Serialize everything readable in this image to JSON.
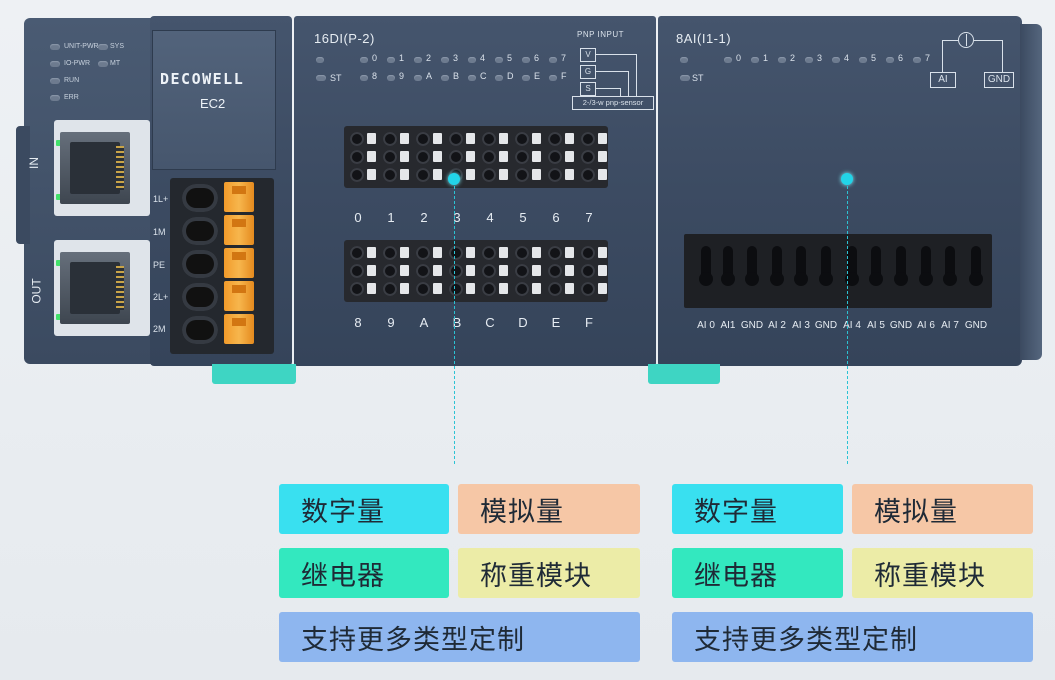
{
  "head": {
    "leds": [
      "UNIT-PWR",
      "SYS",
      "IO-PWR",
      "MT",
      "RUN",
      "ERR"
    ],
    "port_in": "IN",
    "port_out": "OUT"
  },
  "ec2": {
    "brand": "DECOWELL",
    "model": "EC2",
    "pwr_labels": [
      "1L+",
      "1M",
      "PE",
      "2L+",
      "2M"
    ]
  },
  "di": {
    "title": "16DI(P-2)",
    "st": "ST",
    "row1": [
      "0",
      "1",
      "2",
      "3",
      "4",
      "5",
      "6",
      "7"
    ],
    "row2": [
      "8",
      "9",
      "A",
      "B",
      "C",
      "D",
      "E",
      "F"
    ],
    "pnp_title": "PNP INPUT",
    "pnp_pins": [
      "V",
      "G",
      "S"
    ],
    "pnp_note": "2-/3-w pnp-sensor",
    "term_top": [
      "0",
      "1",
      "2",
      "3",
      "4",
      "5",
      "6",
      "7"
    ],
    "term_bottom": [
      "8",
      "9",
      "A",
      "B",
      "C",
      "D",
      "E",
      "F"
    ]
  },
  "ai": {
    "title": "8AI(I1-1)",
    "st": "ST",
    "leds": [
      "0",
      "1",
      "2",
      "3",
      "4",
      "5",
      "6",
      "7"
    ],
    "diagram": [
      "AI",
      "GND"
    ],
    "terminals": [
      "AI 0",
      "AI1",
      "GND",
      "AI 2",
      "AI 3",
      "GND",
      "AI 4",
      "AI 5",
      "GND",
      "AI 6",
      "AI 7",
      "GND"
    ]
  },
  "tags": {
    "left": {
      "a": "数字量",
      "b": "模拟量",
      "c": "继电器",
      "d": "称重模块",
      "e": "支持更多类型定制"
    },
    "right": {
      "a": "数字量",
      "b": "模拟量",
      "c": "继电器",
      "d": "称重模块",
      "e": "支持更多类型定制"
    }
  }
}
